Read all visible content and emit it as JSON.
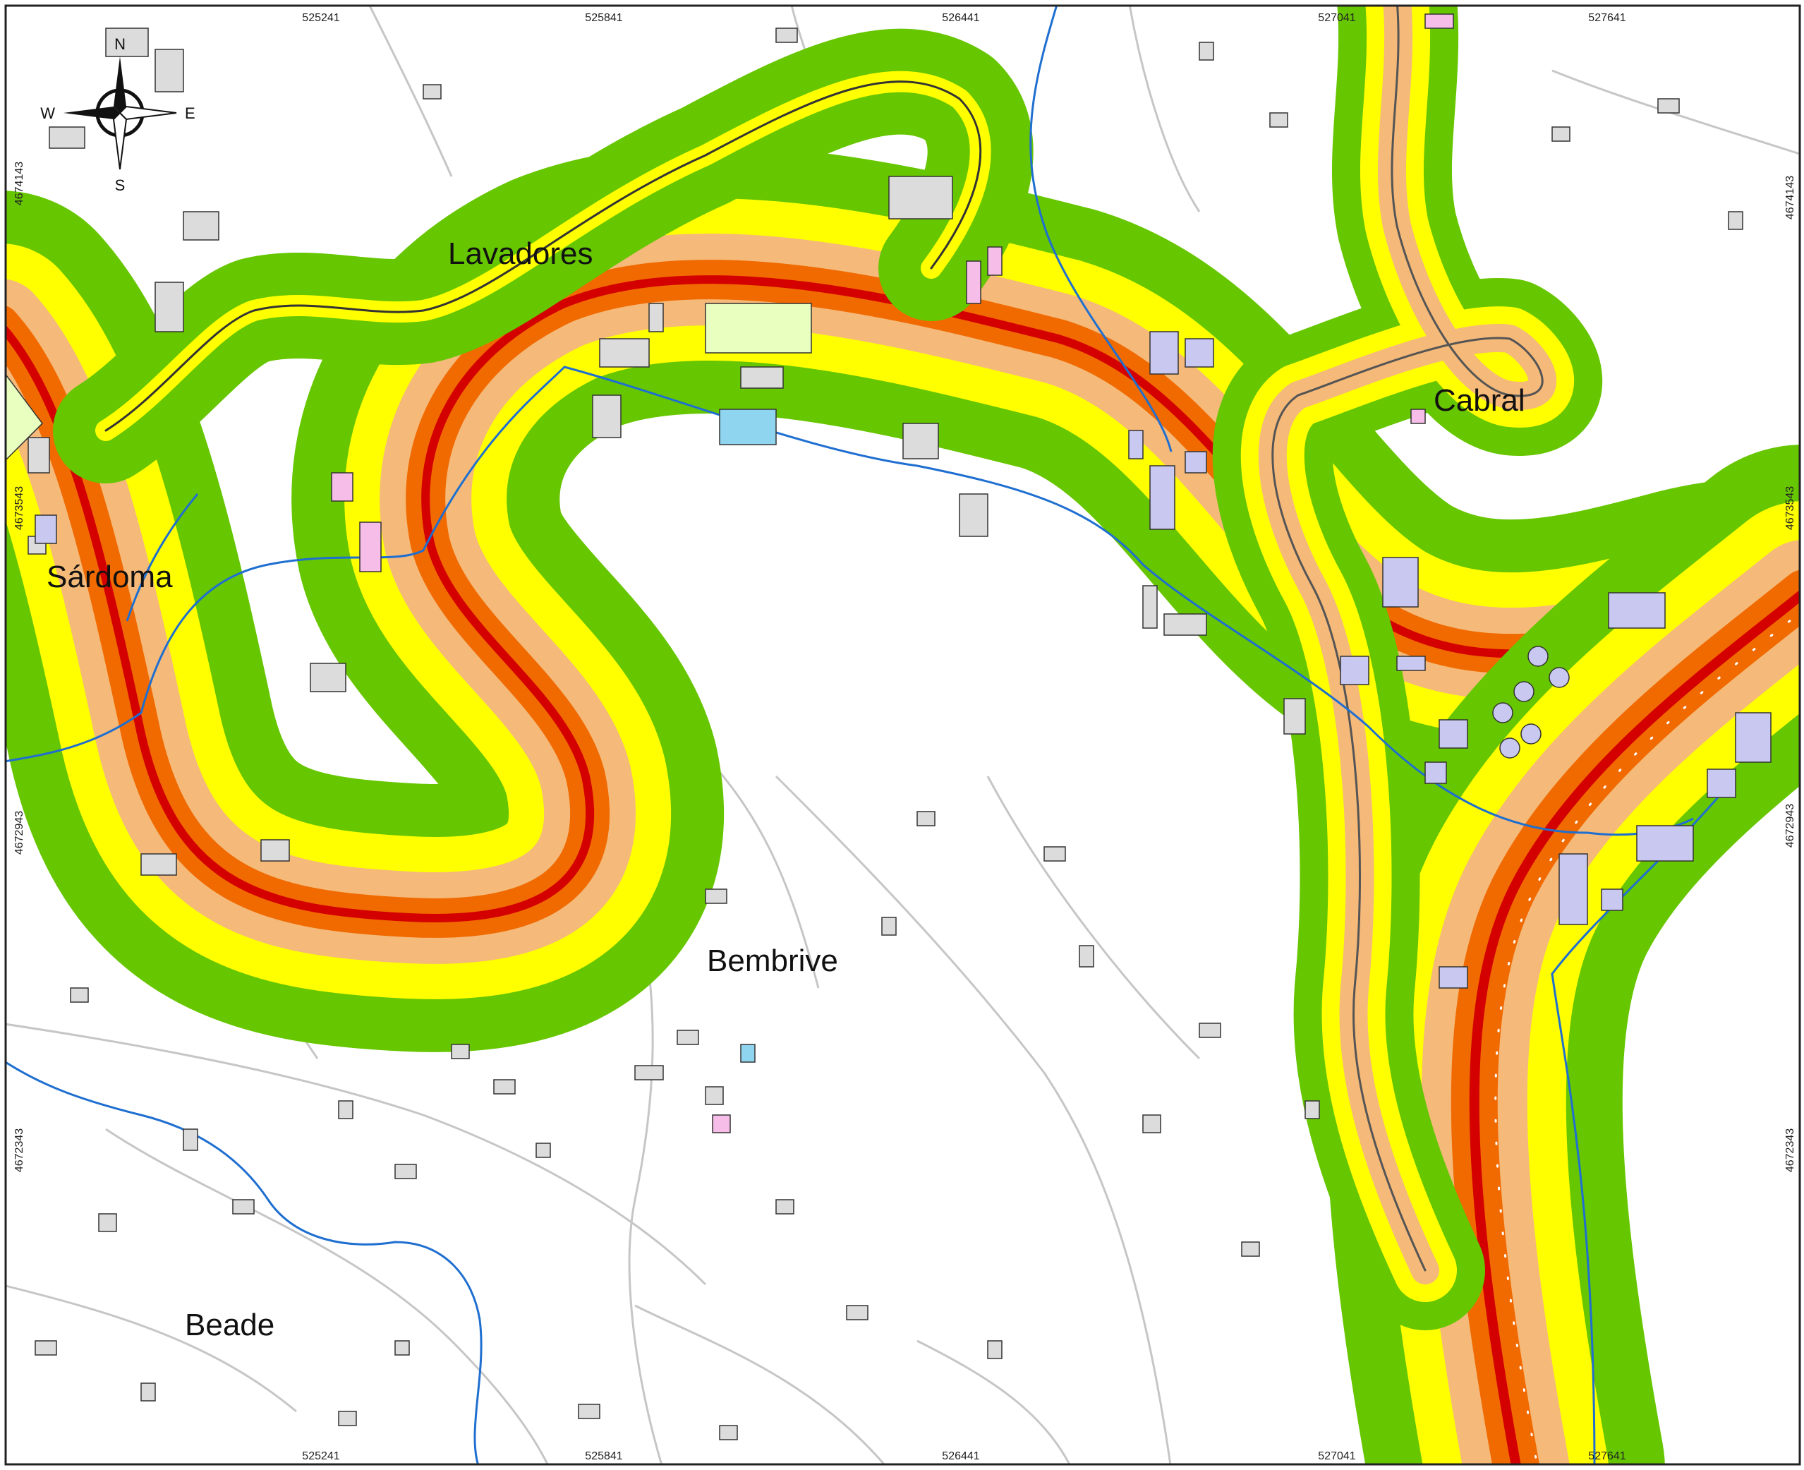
{
  "places": {
    "lavadores": "Lavadores",
    "cabral": "Cabral",
    "sardoma": "Sárdoma",
    "bembrive": "Bembrive",
    "beade": "Beade"
  },
  "grid": {
    "x_top": [
      "525241",
      "525841",
      "526441",
      "527041",
      "527641"
    ],
    "x_bottom": [
      "525241",
      "525841",
      "526441",
      "527041",
      "527641"
    ],
    "y_left": [
      "4674143",
      "4673543",
      "4672943",
      "4672343"
    ],
    "y_right": [
      "4674143",
      "4673543",
      "4672943",
      "4672343"
    ]
  },
  "compass": {
    "n": "N",
    "s": "S",
    "e": "E",
    "w": "W"
  },
  "colors": {
    "band_outer": "#66c600",
    "band_mid": "#ffff00",
    "band_inner": "#f5b97a",
    "band_core": "#f06a00",
    "road_center": "#d40000",
    "river": "#1f6fd0",
    "building": "#dcdcdc",
    "building_industrial": "#c8c8f0",
    "building_school": "#f5bde8",
    "building_sport": "#e8ffc0",
    "building_public": "#8fd5ef"
  }
}
